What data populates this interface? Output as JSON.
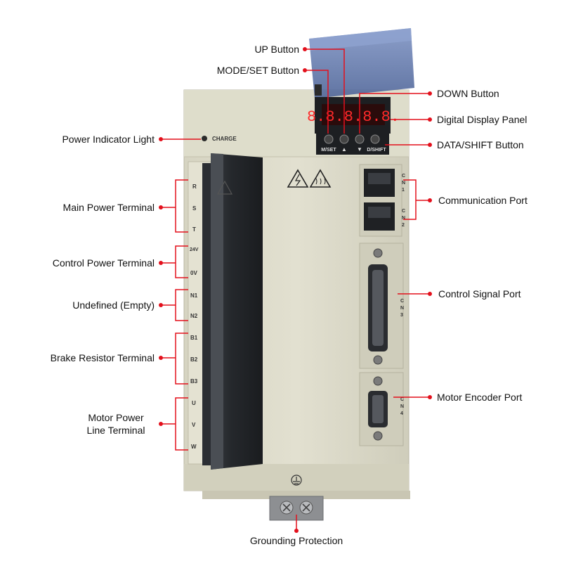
{
  "device": {
    "charge_label": "CHARGE",
    "panel_labels": {
      "mset": "M/SET",
      "up_arrow": "▲",
      "down_arrow": "▼",
      "dshift": "D/SHIFT"
    },
    "display_digits": "8.8.8.8.8.",
    "terminals": {
      "R": "R",
      "S": "S",
      "T": "T",
      "v24": "24V",
      "v0": "0V",
      "N1": "N1",
      "N2": "N2",
      "B1": "B1",
      "B2": "B2",
      "B3": "B3",
      "U": "U",
      "V": "V",
      "W": "W"
    },
    "ports": {
      "cn1": [
        "C",
        "N",
        "1"
      ],
      "cn2": [
        "C",
        "N",
        "2"
      ],
      "cn3": [
        "C",
        "N",
        "3"
      ],
      "cn4": [
        "C",
        "N",
        "4"
      ]
    },
    "ground_symbol": "⏚"
  },
  "callouts": {
    "up_button": "UP Button",
    "mode_set_button": "MODE/SET Button",
    "down_button": "DOWN Button",
    "digital_display_panel": "Digital Display Panel",
    "data_shift_button": "DATA/SHIFT Button",
    "power_indicator_light": "Power Indicator Light",
    "communication_port": "Communication Port",
    "main_power_terminal": "Main Power Terminal",
    "control_power_terminal": "Control Power Terminal",
    "undefined_empty": "Undefined (Empty)",
    "control_signal_port": "Control Signal Port",
    "brake_resistor_terminal": "Brake Resistor Terminal",
    "motor_encoder_port": "Motor Encoder Port",
    "motor_power_line_1": "Motor Power",
    "motor_power_line_2": "Line Terminal",
    "grounding_protection": "Grounding Protection"
  },
  "colors": {
    "leader": "#e3101c",
    "housing": "#dcdac9",
    "housing_shadow": "#c6c3b0",
    "terminal_cover": "#2a2d31",
    "display_digit": "#ff2020",
    "lid": "#6e87b8"
  }
}
